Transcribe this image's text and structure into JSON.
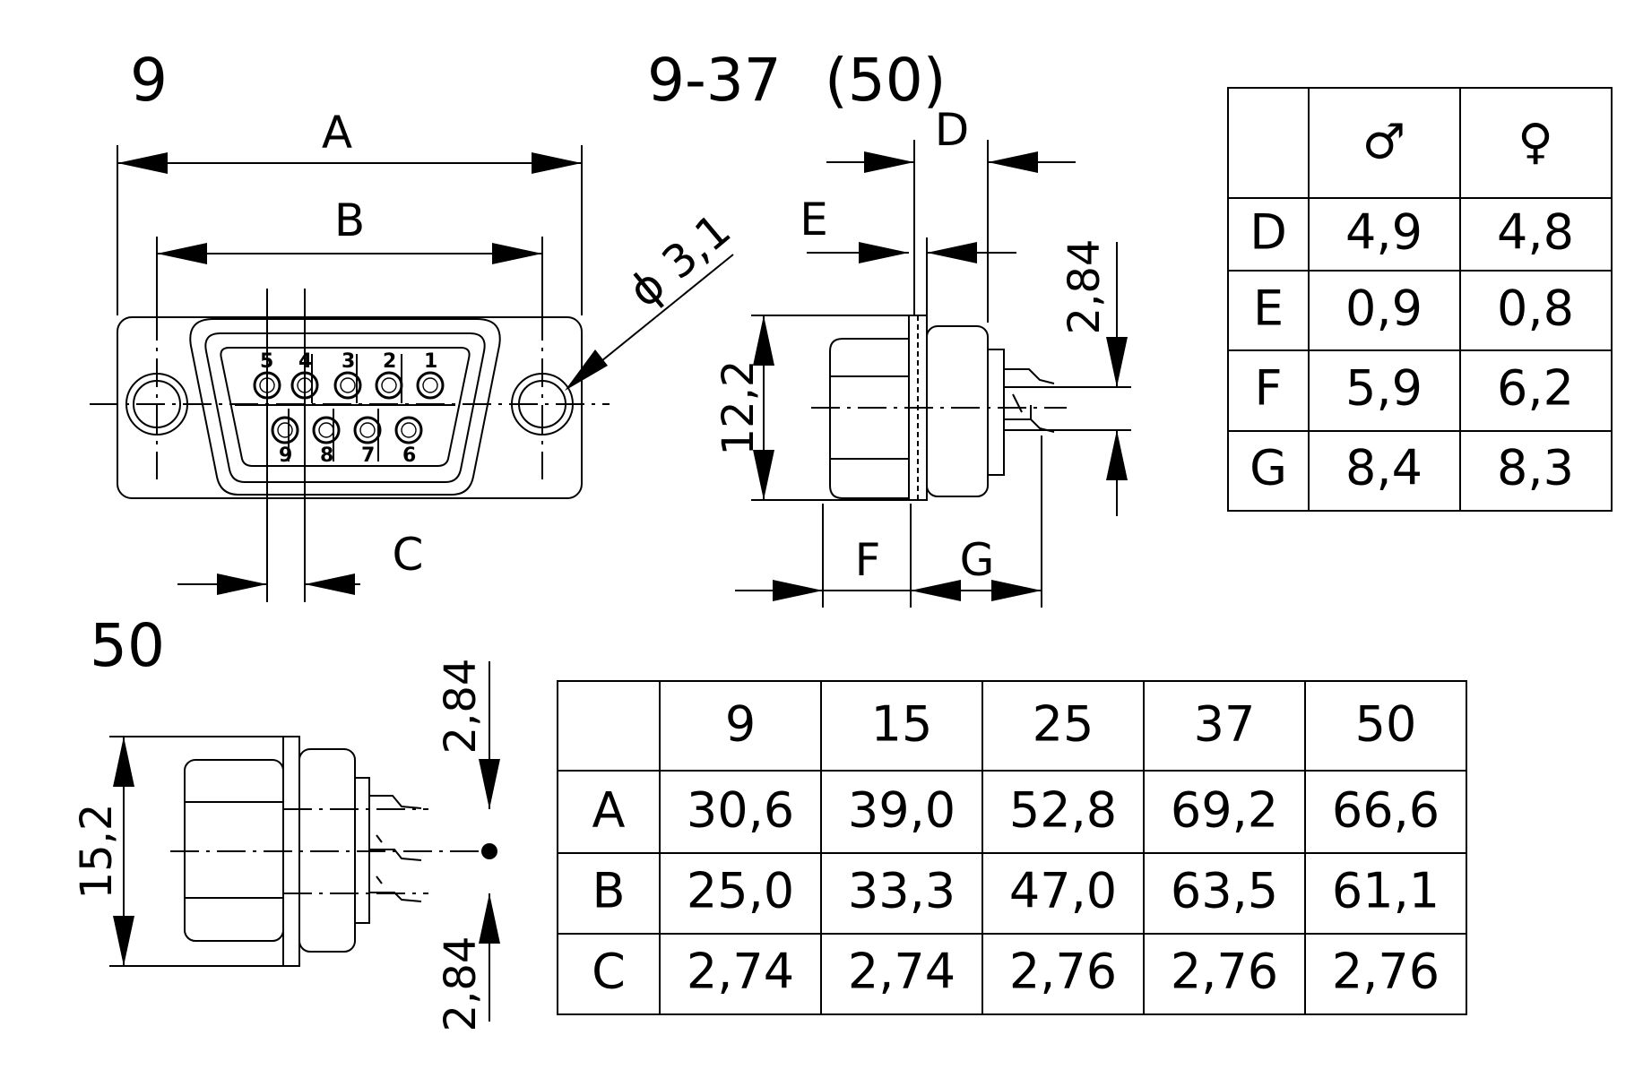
{
  "titles": {
    "view_9": "9",
    "view_9_37": "9-37",
    "view_50_paren": "(50)",
    "view_50": "50"
  },
  "front_view": {
    "dim_A": "A",
    "dim_B": "B",
    "dim_C": "C",
    "hole_diameter": "ϕ 3,1",
    "pin_numbers_top": [
      "5",
      "4",
      "3",
      "2",
      "1"
    ],
    "pin_numbers_bottom": [
      "9",
      "8",
      "7",
      "6"
    ]
  },
  "side_view": {
    "dim_D": "D",
    "dim_E": "E",
    "dim_F": "F",
    "dim_G": "G",
    "height": "12,2",
    "pitch": "2,84"
  },
  "side_view_50": {
    "height": "15,2",
    "pitch_top": "2,84",
    "pitch_bottom": "2,84"
  },
  "gender_table": {
    "male_symbol": "♂",
    "female_symbol": "♀",
    "rows": [
      {
        "label": "D",
        "male": "4,9",
        "female": "4,8"
      },
      {
        "label": "E",
        "male": "0,9",
        "female": "0,8"
      },
      {
        "label": "F",
        "male": "5,9",
        "female": "6,2"
      },
      {
        "label": "G",
        "male": "8,4",
        "female": "8,3"
      }
    ]
  },
  "size_table": {
    "headers": [
      "9",
      "15",
      "25",
      "37",
      "50"
    ],
    "rows": [
      {
        "label": "A",
        "values": [
          "30,6",
          "39,0",
          "52,8",
          "69,2",
          "66,6"
        ]
      },
      {
        "label": "B",
        "values": [
          "25,0",
          "33,3",
          "47,0",
          "63,5",
          "61,1"
        ]
      },
      {
        "label": "C",
        "values": [
          "2,74",
          "2,74",
          "2,76",
          "2,76",
          "2,76"
        ]
      }
    ]
  }
}
